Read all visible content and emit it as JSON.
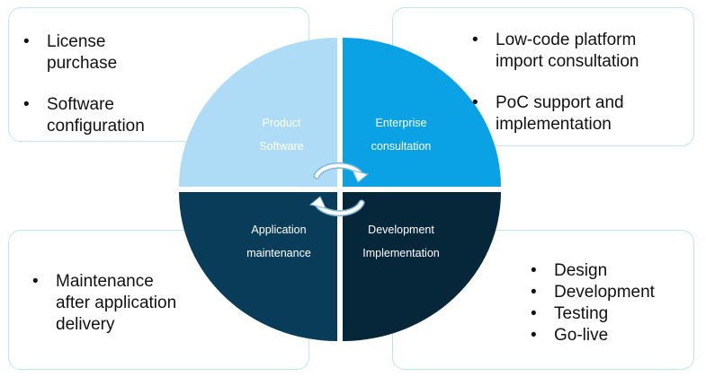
{
  "quadrants": {
    "top_left": {
      "line1": "Product",
      "line2": "Software",
      "color": "#aedcf6"
    },
    "top_right": {
      "line1": "Enterprise",
      "line2": "consultation",
      "color": "#0aa2e5"
    },
    "bottom_left": {
      "line1": "Application",
      "line2": "maintenance",
      "color": "#083c58"
    },
    "bottom_right": {
      "line1": "Development",
      "line2": "Implementation",
      "color": "#06263a"
    }
  },
  "cards": {
    "top_left": {
      "items": [
        "License\npurchase",
        "Software\nconfiguration"
      ]
    },
    "top_right": {
      "items": [
        "Low-code platform\nimport consultation",
        "PoC support and\nimplementation"
      ]
    },
    "bottom_left": {
      "items": [
        "Maintenance\nafter application\ndelivery"
      ]
    },
    "bottom_right": {
      "items": [
        "Design",
        "Development",
        "Testing",
        "Go-live"
      ]
    }
  },
  "colors": {
    "card_border": "#bfe6ef",
    "arrow": "#ffffff",
    "arrow_outline": "#7fb8d8"
  },
  "icons": {
    "cycle": "cycle-arrows-icon"
  }
}
